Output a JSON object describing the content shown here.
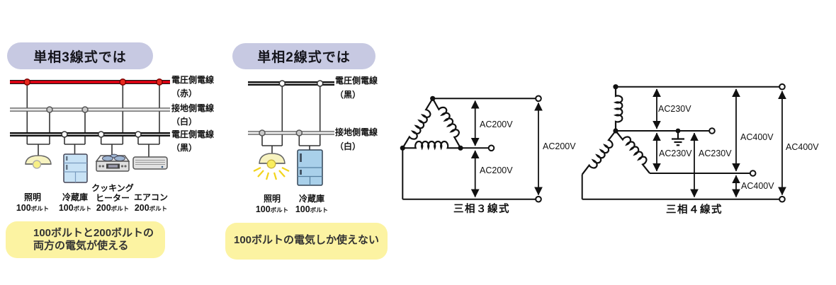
{
  "colors": {
    "pill_bg": "#c7c9e2",
    "note_bg": "#fcf3a2",
    "wire_red": "#e60012",
    "wire_black": "#111111",
    "wire_white": "#ececec",
    "fridge_blue": "#a9d0ea",
    "lamp_yellow": "#f7ef86"
  },
  "single_phase_3wire": {
    "title": "単相3線式では",
    "wire_labels": [
      {
        "name": "電圧側電線",
        "note": "（赤）"
      },
      {
        "name": "接地側電線",
        "note": "（白）"
      },
      {
        "name": "電圧側電線",
        "note": "（黒）"
      }
    ],
    "appliances": [
      {
        "line1": "照明",
        "value": "100",
        "unit": "ボルト"
      },
      {
        "line1": "冷蔵庫",
        "value": "100",
        "unit": "ボルト"
      },
      {
        "line1": "クッキング",
        "line2": "ヒーター",
        "value": "200",
        "unit": "ボルト"
      },
      {
        "line1": "エアコン",
        "value": "200",
        "unit": "ボルト"
      }
    ],
    "note_line1": "100ボルトと200ボルトの",
    "note_line2": "両方の電気が使える"
  },
  "single_phase_2wire": {
    "title": "単相2線式では",
    "wire_labels": [
      {
        "name": "電圧側電線",
        "note": "（黒）"
      },
      {
        "name": "接地側電線",
        "note": "（白）"
      }
    ],
    "appliances": [
      {
        "line1": "照明",
        "value": "100",
        "unit": "ボルト"
      },
      {
        "line1": "冷蔵庫",
        "value": "100",
        "unit": "ボルト"
      }
    ],
    "note_line1": "100ボルトの電気しか使えない"
  },
  "three_phase_3wire": {
    "caption": "三相３線式",
    "voltage_top": "AC200V",
    "voltage_bottom": "AC200V",
    "voltage_line": "AC200V"
  },
  "three_phase_4wire": {
    "caption": "三相４線式",
    "voltage_phase1": "AC230V",
    "voltage_phase2": "AC230V",
    "voltage_phase3": "AC230V",
    "voltage_line_upper": "AC400V",
    "voltage_line_lower": "AC400V",
    "voltage_line_right": "AC400V"
  }
}
